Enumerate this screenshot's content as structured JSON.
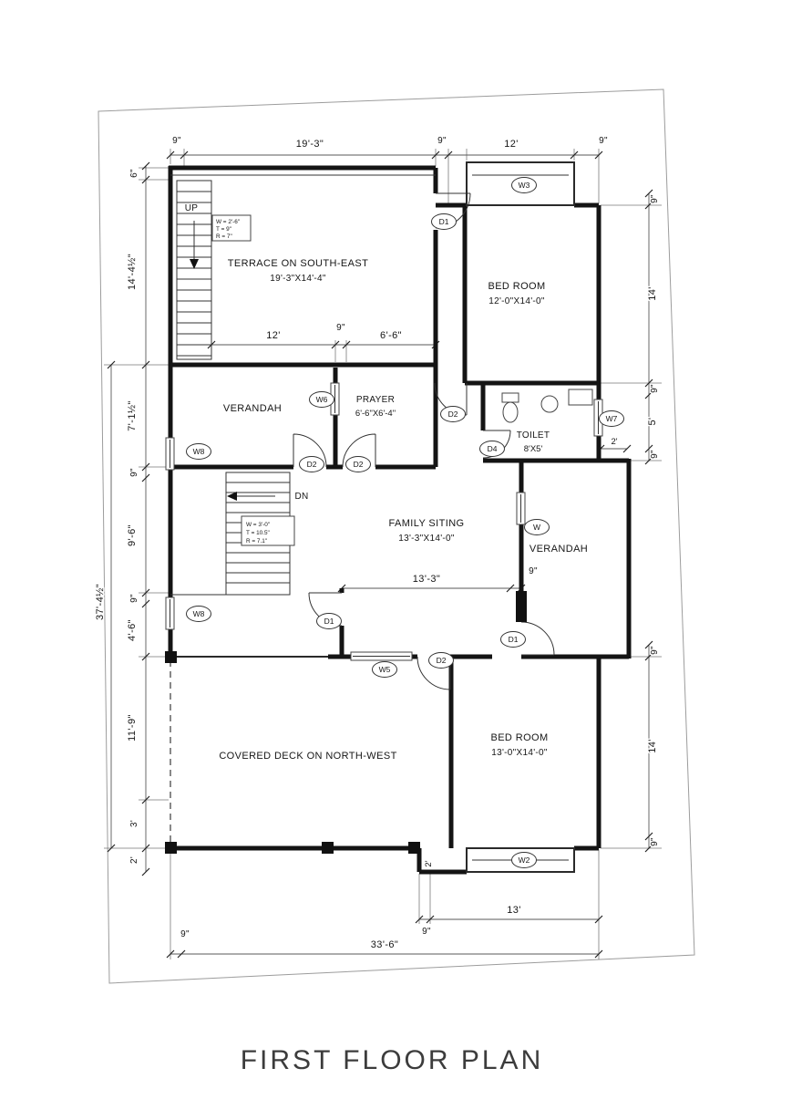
{
  "drawing": {
    "title": "FIRST FLOOR PLAN"
  },
  "rooms": {
    "terrace": {
      "name": "TERRACE ON SOUTH-EAST",
      "size": "19'-3\"X14'-4\""
    },
    "bedroomTop": {
      "name": "BED ROOM",
      "size": "12'-0\"X14'-0\""
    },
    "verandahLeft": {
      "name": "VERANDAH"
    },
    "prayer": {
      "name": "PRAYER",
      "size": "6'-6\"X6'-4\""
    },
    "toilet": {
      "name": "TOILET",
      "size": "8'X5'"
    },
    "family": {
      "name": "FAMILY SITING",
      "size": "13'-3\"X14'-0\""
    },
    "verandahRight": {
      "name": "VERANDAH"
    },
    "deck": {
      "name": "COVERED DECK ON NORTH-WEST"
    },
    "bedroomBottom": {
      "name": "BED ROOM",
      "size": "13'-0\"X14'-0\""
    }
  },
  "stairs": {
    "up": "UP",
    "dn": "DN",
    "topSpec1": "W = 2'-6\"",
    "topSpec2": "T = 9\"",
    "topSpec3": "R = 7\"",
    "midSpec1": "W = 3'-0\"",
    "midSpec2": "T = 10.5\"",
    "midSpec3": "R = 7.1\""
  },
  "tags": {
    "w3": "W3",
    "d1Top": "D1",
    "d2Hall": "D2",
    "w6": "W6",
    "d4": "D4",
    "w7": "W7",
    "w8Upper": "W8",
    "d2VerL": "D2",
    "d2VerR": "D2",
    "wVer": "W",
    "d1Family": "D1",
    "d1Ver": "D1",
    "w5": "W5",
    "d2Bed": "D2",
    "w8Lower": "W8",
    "w2": "W2"
  },
  "dims": {
    "top9a": "9\"",
    "top19_3": "19'-3\"",
    "top9b": "9\"",
    "top12": "12'",
    "top9c": "9\"",
    "left6": "6\"",
    "left14_4": "14'-4½\"",
    "left7_1": "7'-1½\"",
    "left9a": "9\"",
    "left9_6": "9'-6\"",
    "left9b": "9\"",
    "left4_6": "4'-6\"",
    "left11_9": "11'-9\"",
    "left3": "3'",
    "left2": "2'",
    "overallLeft": "37'-4½\"",
    "right9a": "9\"",
    "right14a": "14'",
    "right9b": "9\"",
    "right5": "5'",
    "right9c": "9\"",
    "right9d": "9\"",
    "right14b": "14'",
    "right9e": "9\"",
    "ter12": "12'",
    "ter9": "9\"",
    "ter6_6": "6'-6\"",
    "fam13_3": "13'-3\"",
    "fam9": "9\"",
    "toilet2": "2'",
    "step2": "2'",
    "bot13": "13'",
    "bot9a": "9\"",
    "bot33_6": "33'-6\"",
    "bot9b": "9\""
  }
}
